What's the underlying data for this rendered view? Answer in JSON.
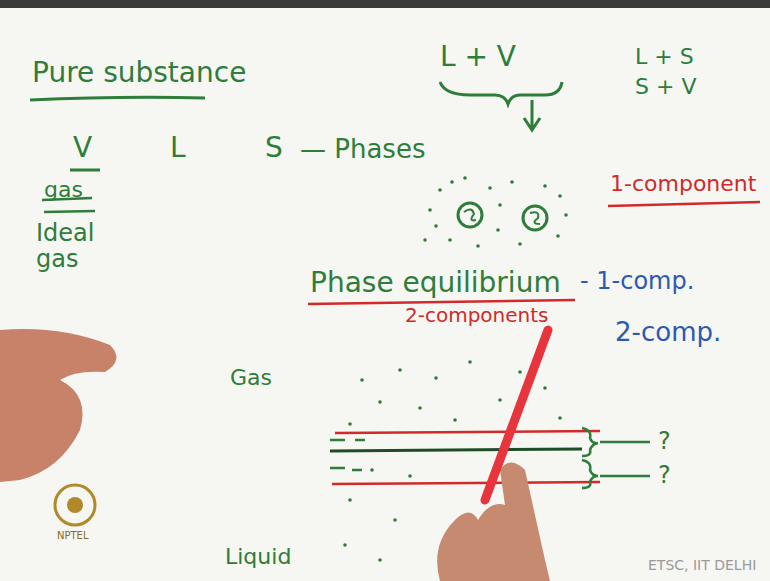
{
  "diagram": {
    "labels": [
      "Pure substance",
      "L + V",
      "L + S",
      "S + V",
      "V",
      "L",
      "S",
      "— Phases",
      "gas",
      "Ideal gas",
      "1-component",
      "Phase equilibrium",
      "- 1-comp.",
      "2-components",
      "Gas",
      "2-comp.",
      "?",
      "?",
      "Liquid",
      "NPTEL",
      "ETSC, IIT DELHI"
    ]
  }
}
